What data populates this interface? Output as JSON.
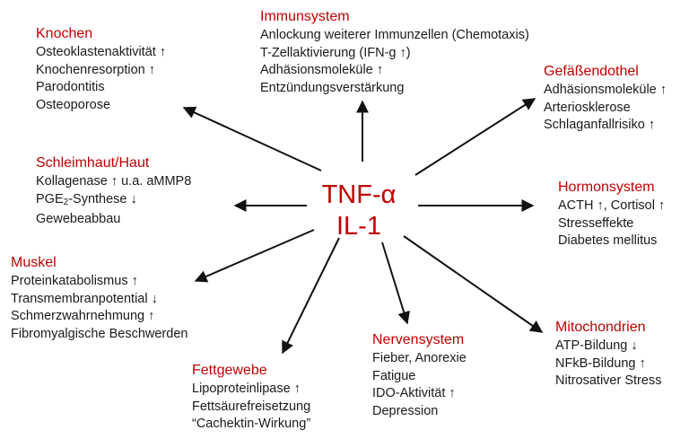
{
  "colors": {
    "title": "#c00000",
    "text": "#1a1a1a",
    "arrow": "#111111"
  },
  "center": {
    "line1": "TNF-α",
    "line2": "IL-1"
  },
  "groups": {
    "knochen": {
      "title": "Knochen",
      "items": [
        "Osteoklastenaktivität ↑",
        "Knochenresorption ↑",
        "Parodontitis",
        "Osteoporose"
      ]
    },
    "immunsystem": {
      "title": "Immunsystem",
      "items": [
        "Anlockung weiterer Immunzellen (Chemotaxis)",
        "T-Zellaktivierung (IFN-g ↑)",
        "Adhäsionsmoleküle ↑",
        "Entzündungsverstärkung"
      ]
    },
    "gefaess": {
      "title": "Gefäßendothel",
      "items": [
        "Adhäsionsmoleküle ↑",
        "Arteriosklerose",
        "Schlaganfallrisiko ↑"
      ]
    },
    "schleimhaut": {
      "title": "Schleimhaut/Haut",
      "items": [
        "Kollagenase ↑ u.a. aMMP8",
        "Gewebeabbau"
      ],
      "pge_prefix": "PGE",
      "pge_sub": "2",
      "pge_suffix": "-Synthese ↓"
    },
    "hormon": {
      "title": "Hormonsystem",
      "items": [
        "ACTH ↑, Cortisol ↑",
        "Stresseffekte",
        "Diabetes mellitus"
      ]
    },
    "muskel": {
      "title": "Muskel",
      "items": [
        "Proteinkatabolismus ↑",
        "Transmembranpotential ↓",
        "Schmerzwahrnehmung ↑",
        "Fibromyalgische Beschwerden"
      ]
    },
    "mito": {
      "title": "Mitochondrien",
      "items": [
        "ATP-Bildung ↓",
        "NFkB-Bildung ↑",
        "Nitrosativer Stress"
      ]
    },
    "nerven": {
      "title": "Nervensystem",
      "items": [
        "Fieber, Anorexie",
        "Fatigue",
        "IDO-Aktivität ↑",
        "Depression"
      ]
    },
    "fett": {
      "title": "Fettgewebe",
      "items": [
        "Lipoproteinlipase ↑",
        "Fettsäurefreisetzung",
        "“Cachektin-Wirkung”"
      ]
    }
  }
}
